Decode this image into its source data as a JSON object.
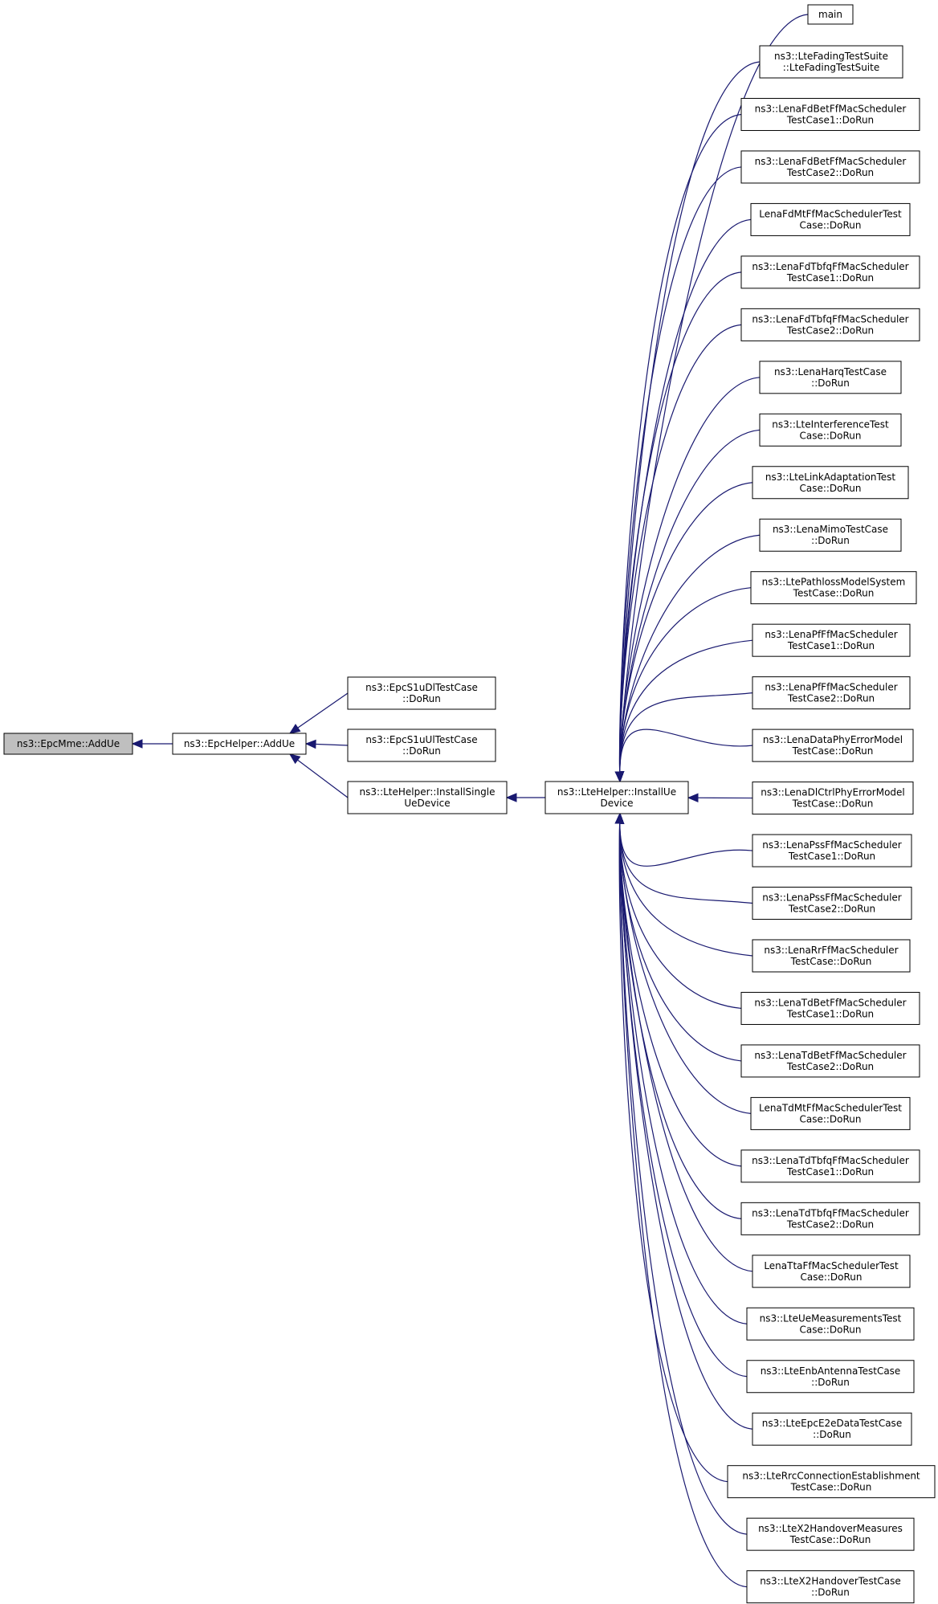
{
  "nodes": [
    {
      "id": "root",
      "lines": [
        "ns3::EpcMme::AddUe"
      ],
      "highlight": true
    },
    {
      "id": "epchelper",
      "lines": [
        "ns3::EpcHelper::AddUe"
      ]
    },
    {
      "id": "s1udl",
      "lines": [
        "ns3::EpcS1uDlTestCase",
        "::DoRun"
      ]
    },
    {
      "id": "s1uul",
      "lines": [
        "ns3::EpcS1uUlTestCase",
        "::DoRun"
      ]
    },
    {
      "id": "installsingle",
      "lines": [
        "ns3::LteHelper::InstallSingle",
        "UeDevice"
      ]
    },
    {
      "id": "installue",
      "lines": [
        "ns3::LteHelper::InstallUe",
        "Device"
      ]
    },
    {
      "id": "c0",
      "lines": [
        "main"
      ]
    },
    {
      "id": "c1",
      "lines": [
        "ns3::LteFadingTestSuite",
        "::LteFadingTestSuite"
      ]
    },
    {
      "id": "c2",
      "lines": [
        "ns3::LenaFdBetFfMacScheduler",
        "TestCase1::DoRun"
      ]
    },
    {
      "id": "c3",
      "lines": [
        "ns3::LenaFdBetFfMacScheduler",
        "TestCase2::DoRun"
      ]
    },
    {
      "id": "c4",
      "lines": [
        "LenaFdMtFfMacSchedulerTest",
        "Case::DoRun"
      ]
    },
    {
      "id": "c5",
      "lines": [
        "ns3::LenaFdTbfqFfMacScheduler",
        "TestCase1::DoRun"
      ]
    },
    {
      "id": "c6",
      "lines": [
        "ns3::LenaFdTbfqFfMacScheduler",
        "TestCase2::DoRun"
      ]
    },
    {
      "id": "c7",
      "lines": [
        "ns3::LenaHarqTestCase",
        "::DoRun"
      ]
    },
    {
      "id": "c8",
      "lines": [
        "ns3::LteInterferenceTest",
        "Case::DoRun"
      ]
    },
    {
      "id": "c9",
      "lines": [
        "ns3::LteLinkAdaptationTest",
        "Case::DoRun"
      ]
    },
    {
      "id": "c10",
      "lines": [
        "ns3::LenaMimoTestCase",
        "::DoRun"
      ]
    },
    {
      "id": "c11",
      "lines": [
        "ns3::LtePathlossModelSystem",
        "TestCase::DoRun"
      ]
    },
    {
      "id": "c12",
      "lines": [
        "ns3::LenaPfFfMacScheduler",
        "TestCase1::DoRun"
      ]
    },
    {
      "id": "c13",
      "lines": [
        "ns3::LenaPfFfMacScheduler",
        "TestCase2::DoRun"
      ]
    },
    {
      "id": "c14",
      "lines": [
        "ns3::LenaDataPhyErrorModel",
        "TestCase::DoRun"
      ]
    },
    {
      "id": "c15",
      "lines": [
        "ns3::LenaDlCtrlPhyErrorModel",
        "TestCase::DoRun"
      ]
    },
    {
      "id": "c16",
      "lines": [
        "ns3::LenaPssFfMacScheduler",
        "TestCase1::DoRun"
      ]
    },
    {
      "id": "c17",
      "lines": [
        "ns3::LenaPssFfMacScheduler",
        "TestCase2::DoRun"
      ]
    },
    {
      "id": "c18",
      "lines": [
        "ns3::LenaRrFfMacScheduler",
        "TestCase::DoRun"
      ]
    },
    {
      "id": "c19",
      "lines": [
        "ns3::LenaTdBetFfMacScheduler",
        "TestCase1::DoRun"
      ]
    },
    {
      "id": "c20",
      "lines": [
        "ns3::LenaTdBetFfMacScheduler",
        "TestCase2::DoRun"
      ]
    },
    {
      "id": "c21",
      "lines": [
        "LenaTdMtFfMacSchedulerTest",
        "Case::DoRun"
      ]
    },
    {
      "id": "c22",
      "lines": [
        "ns3::LenaTdTbfqFfMacScheduler",
        "TestCase1::DoRun"
      ]
    },
    {
      "id": "c23",
      "lines": [
        "ns3::LenaTdTbfqFfMacScheduler",
        "TestCase2::DoRun"
      ]
    },
    {
      "id": "c24",
      "lines": [
        "LenaTtaFfMacSchedulerTest",
        "Case::DoRun"
      ]
    },
    {
      "id": "c25",
      "lines": [
        "ns3::LteUeMeasurementsTest",
        "Case::DoRun"
      ]
    },
    {
      "id": "c26",
      "lines": [
        "ns3::LteEnbAntennaTestCase",
        "::DoRun"
      ]
    },
    {
      "id": "c27",
      "lines": [
        "ns3::LteEpcE2eDataTestCase",
        "::DoRun"
      ]
    },
    {
      "id": "c28",
      "lines": [
        "ns3::LteRrcConnectionEstablishment",
        "TestCase::DoRun"
      ]
    },
    {
      "id": "c29",
      "lines": [
        "ns3::LteX2HandoverMeasures",
        "TestCase::DoRun"
      ]
    },
    {
      "id": "c30",
      "lines": [
        "ns3::LteX2HandoverTestCase",
        "::DoRun"
      ]
    }
  ],
  "edges": [
    {
      "from": "epchelper",
      "to": "root"
    },
    {
      "from": "s1udl",
      "to": "epchelper"
    },
    {
      "from": "s1uul",
      "to": "epchelper"
    },
    {
      "from": "installsingle",
      "to": "epchelper"
    },
    {
      "from": "installue",
      "to": "installsingle"
    },
    {
      "from": "c0",
      "to": "installue"
    },
    {
      "from": "c1",
      "to": "installue"
    },
    {
      "from": "c2",
      "to": "installue"
    },
    {
      "from": "c3",
      "to": "installue"
    },
    {
      "from": "c4",
      "to": "installue"
    },
    {
      "from": "c5",
      "to": "installue"
    },
    {
      "from": "c6",
      "to": "installue"
    },
    {
      "from": "c7",
      "to": "installue"
    },
    {
      "from": "c8",
      "to": "installue"
    },
    {
      "from": "c9",
      "to": "installue"
    },
    {
      "from": "c10",
      "to": "installue"
    },
    {
      "from": "c11",
      "to": "installue"
    },
    {
      "from": "c12",
      "to": "installue"
    },
    {
      "from": "c13",
      "to": "installue"
    },
    {
      "from": "c14",
      "to": "installue"
    },
    {
      "from": "c15",
      "to": "installue"
    },
    {
      "from": "c16",
      "to": "installue"
    },
    {
      "from": "c17",
      "to": "installue"
    },
    {
      "from": "c18",
      "to": "installue"
    },
    {
      "from": "c19",
      "to": "installue"
    },
    {
      "from": "c20",
      "to": "installue"
    },
    {
      "from": "c21",
      "to": "installue"
    },
    {
      "from": "c22",
      "to": "installue"
    },
    {
      "from": "c23",
      "to": "installue"
    },
    {
      "from": "c24",
      "to": "installue"
    },
    {
      "from": "c25",
      "to": "installue"
    },
    {
      "from": "c26",
      "to": "installue"
    },
    {
      "from": "c27",
      "to": "installue"
    },
    {
      "from": "c28",
      "to": "installue"
    },
    {
      "from": "c29",
      "to": "installue"
    },
    {
      "from": "c30",
      "to": "installue"
    }
  ],
  "colors": {
    "edge": "#191970",
    "root_fill": "#bfbfbf",
    "node_fill": "#ffffff",
    "node_stroke": "#000000"
  }
}
